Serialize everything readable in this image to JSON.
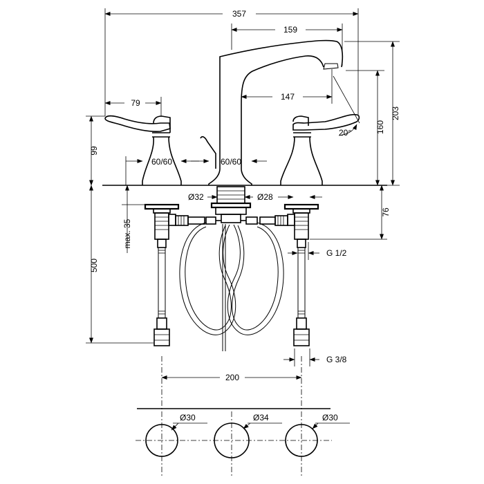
{
  "dimensions": {
    "overall_width": "357",
    "spout_reach": "159",
    "spout_projection": "147",
    "handle_length": "79",
    "handle_height": "99",
    "handle_base_left": "60/60",
    "spout_base": "60/60",
    "spout_angle": "20°",
    "dim_160": "160",
    "total_height": "203",
    "spout_thread_dia": "Ø32",
    "valve_thread_dia": "Ø28",
    "below_deck": "76",
    "max_deck_thickness": "max. 35",
    "hose_length": "500",
    "valve_connection": "G 1/2",
    "supply_connection": "G 3/8",
    "hole_spacing": "200",
    "hole_left_dia": "Ø30",
    "hole_center_dia": "Ø34",
    "hole_right_dia": "Ø30"
  }
}
